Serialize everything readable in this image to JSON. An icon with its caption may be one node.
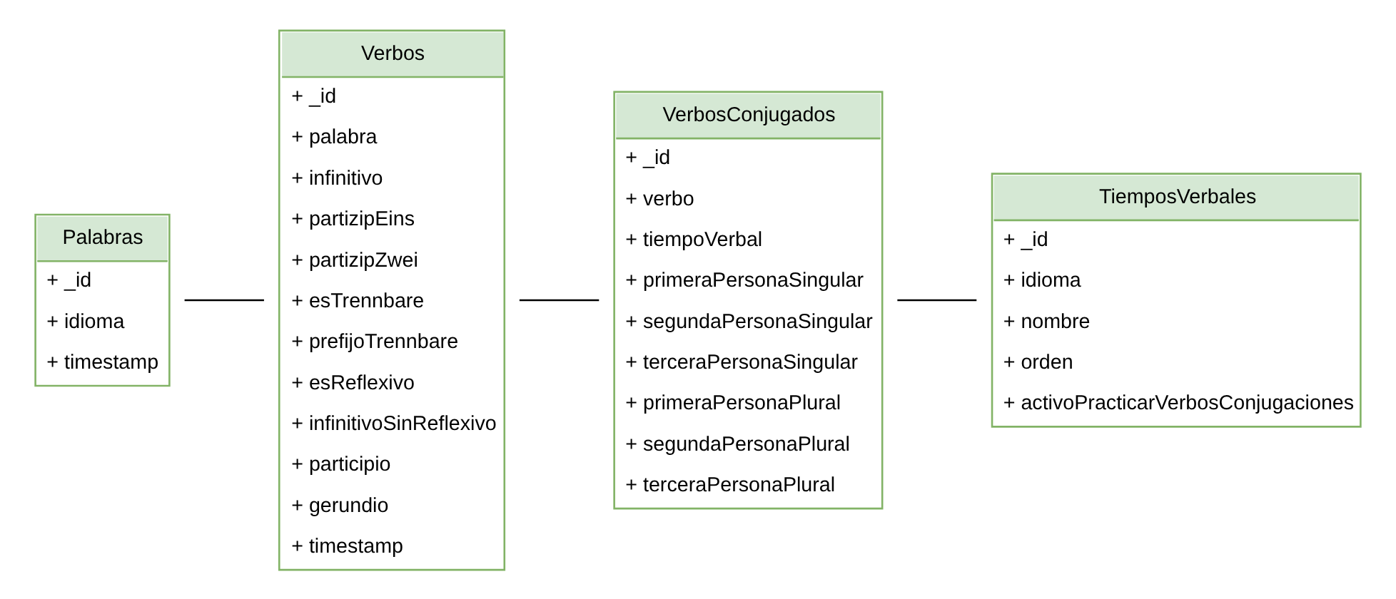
{
  "diagram": {
    "nodes": [
      {
        "text": [
          "Palabras",
          "+ _id",
          "+ idioma",
          "+ timestamp"
        ]
      },
      {
        "text": [
          "Verbos",
          "+ _id",
          "+ palabra",
          "+ infinitivo",
          "+ partizipEins",
          "+ partizipZwei",
          "+ esTrennbare",
          "+ prefijoTrennbare",
          "+ esReflexivo",
          "+ infinitivoSinReflexivo",
          "+ participio",
          "+ gerundio",
          "+ timestamp"
        ]
      },
      {
        "text": [
          "VerbosConjugados",
          "+ _id",
          "+ verbo",
          "+ tiempoVerbal",
          "+ primeraPersonaSingular",
          "+ segundaPersonaSingular",
          "+ terceraPersonaSingular",
          "+ primeraPersonaPlural",
          "+ segundaPersonaPlural",
          "+ terceraPersonaPlural"
        ]
      },
      {
        "text": [
          "TiemposVerbales",
          "+ _id",
          "+ idioma",
          "+ nombre",
          "+ orden",
          "+ activoPracticarVerbosConjugaciones"
        ]
      }
    ],
    "edges": [
      {
        "from": 0,
        "to": 1,
        "arrow": "none"
      },
      {
        "from": 1,
        "to": 2,
        "arrow": "none"
      },
      {
        "from": 3,
        "to": 2,
        "arrow": "none"
      }
    ]
  }
}
